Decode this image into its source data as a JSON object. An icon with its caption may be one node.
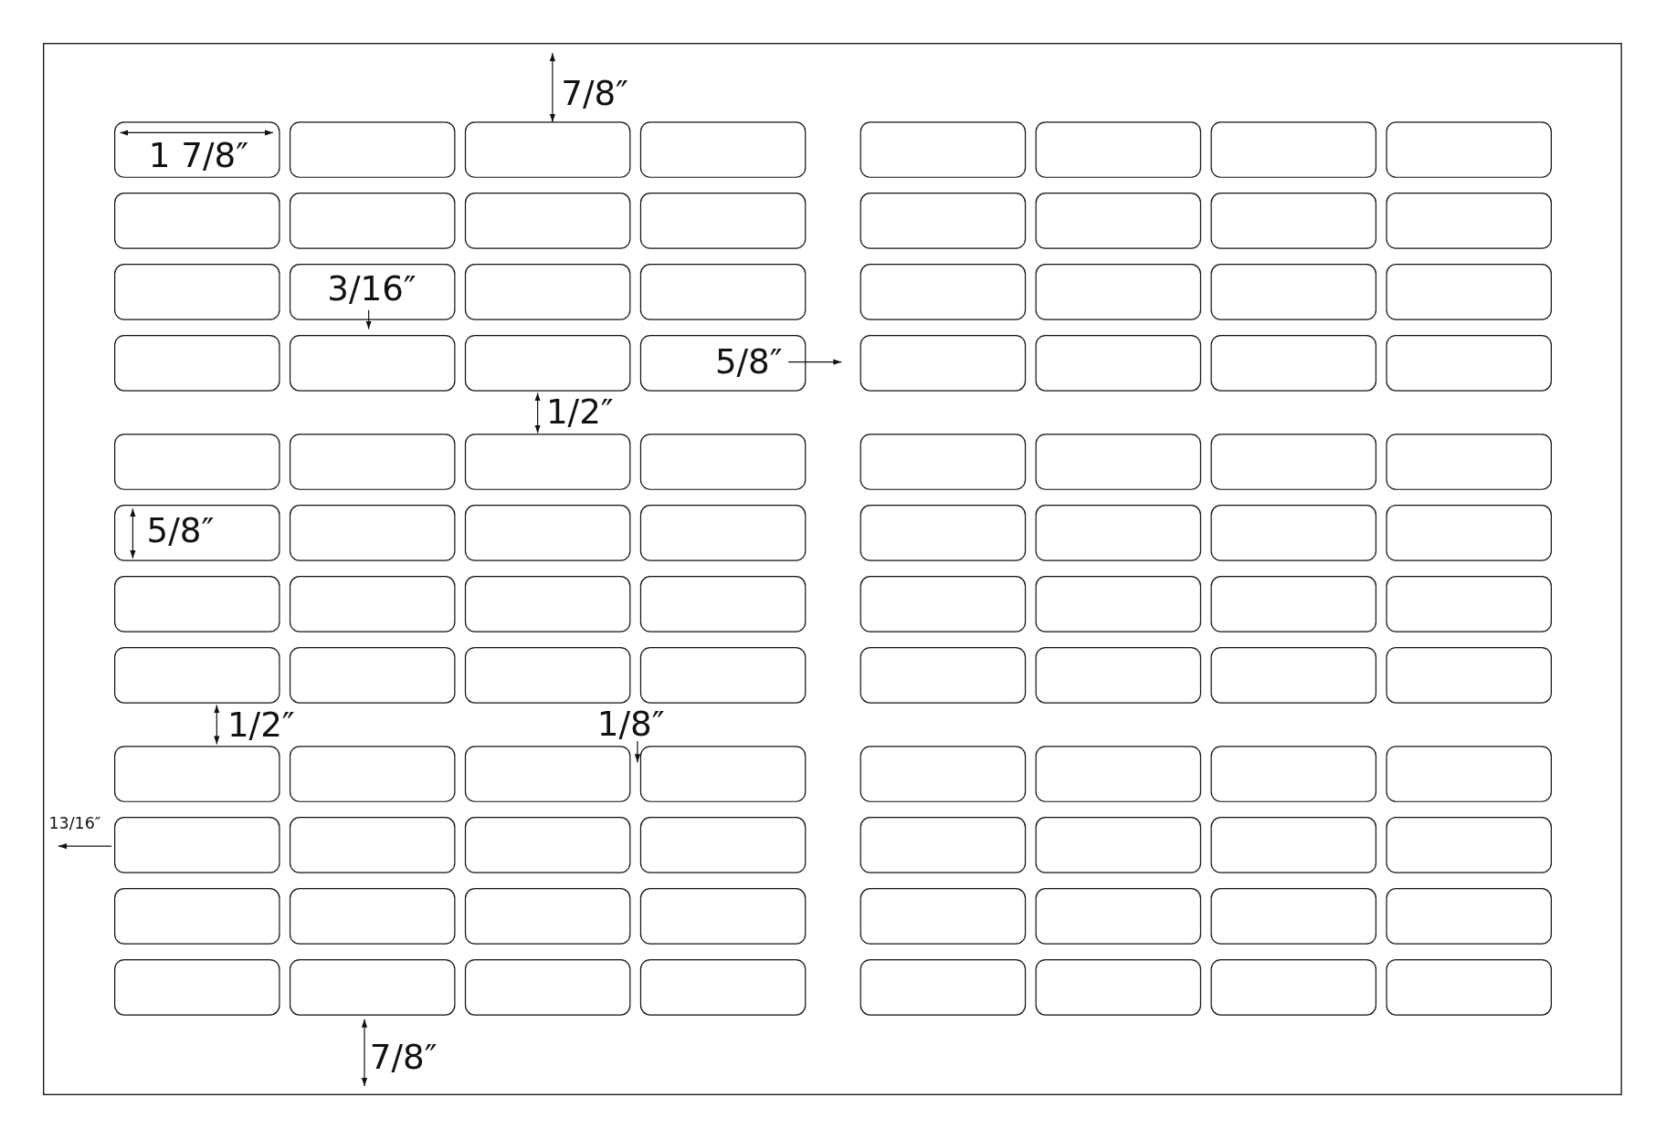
{
  "diagram": {
    "labels": [
      "7/8″",
      "1 7/8″",
      "3/16″",
      "5/8″",
      "1/2″",
      "5/8″",
      "1/2″",
      "1/8″",
      "13/16″",
      "7/8″"
    ]
  }
}
